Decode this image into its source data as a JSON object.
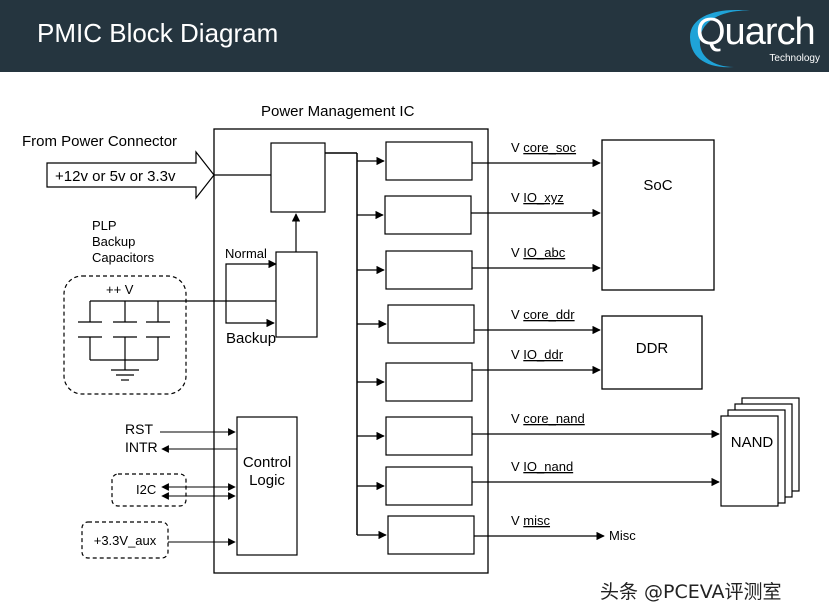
{
  "header": {
    "title": "PMIC Block Diagram",
    "logo_word": "Quarch",
    "logo_sub": "Technology",
    "logo_color": "#1fa3d8",
    "bg_color": "#25353f"
  },
  "diagram": {
    "pmic_label": "Power Management IC",
    "from_connector": "From Power Connector",
    "input_voltage": "+12v or 5v or 3.3v",
    "plp_line1": "PLP",
    "plp_line2": "Backup",
    "plp_line3": "Capacitors",
    "plp_voltage": "++ V",
    "normal_label": "Normal",
    "backup_label": "Backup",
    "control_line1": "Control",
    "control_line2": "Logic",
    "rst": "RST",
    "intr": "INTR",
    "i2c": "I2C",
    "aux": "+3.3V_aux",
    "rails": [
      {
        "prefix": "V ",
        "name": "core_soc"
      },
      {
        "prefix": "V ",
        "name": "IO_xyz"
      },
      {
        "prefix": "V ",
        "name": "IO_abc"
      },
      {
        "prefix": "V ",
        "name": "core_ddr"
      },
      {
        "prefix": "V ",
        "name": "IO_ddr"
      },
      {
        "prefix": "V ",
        "name": "core_nand"
      },
      {
        "prefix": "V ",
        "name": "IO_nand"
      },
      {
        "prefix": "V ",
        "name": "misc"
      }
    ],
    "soc": "SoC",
    "ddr": "DDR",
    "nand": "NAND",
    "misc": "Misc"
  },
  "watermark": "头条 @PCEVA评测室"
}
